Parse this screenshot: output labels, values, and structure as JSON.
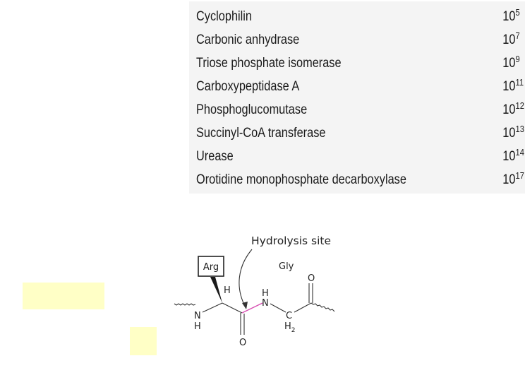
{
  "table": {
    "rows": [
      {
        "enzyme": "Cyclophilin",
        "base": "10",
        "exponent": "5"
      },
      {
        "enzyme": "Carbonic anhydrase",
        "base": "10",
        "exponent": "7"
      },
      {
        "enzyme": "Triose phosphate isomerase",
        "base": "10",
        "exponent": "9"
      },
      {
        "enzyme": "Carboxypeptidase A",
        "base": "10",
        "exponent": "11"
      },
      {
        "enzyme": "Phosphoglucomutase",
        "base": "10",
        "exponent": "12"
      },
      {
        "enzyme": "Succinyl-CoA transferase",
        "base": "10",
        "exponent": "13"
      },
      {
        "enzyme": "Urease",
        "base": "10",
        "exponent": "14"
      },
      {
        "enzyme": "Orotidine monophosphate decarboxylase",
        "base": "10",
        "exponent": "17"
      }
    ]
  },
  "diagram": {
    "hydrolysis_label": "Hydrolysis site",
    "arg_label": "Arg",
    "gly_label": "Gly",
    "atoms": {
      "h_alpha": "H",
      "nh_left_n": "N",
      "nh_left_h": "H",
      "nh_right_h": "H",
      "nh_right_n": "N",
      "carbonyl_o_bottom": "O",
      "carbonyl_o_top": "O",
      "ch2_c": "C",
      "ch2_h": "H",
      "ch2_sub": "2"
    },
    "colors": {
      "scissile_bond": "#d64bb0",
      "highlight": "#ffffc6",
      "table_background": "#f4f4f4"
    }
  }
}
